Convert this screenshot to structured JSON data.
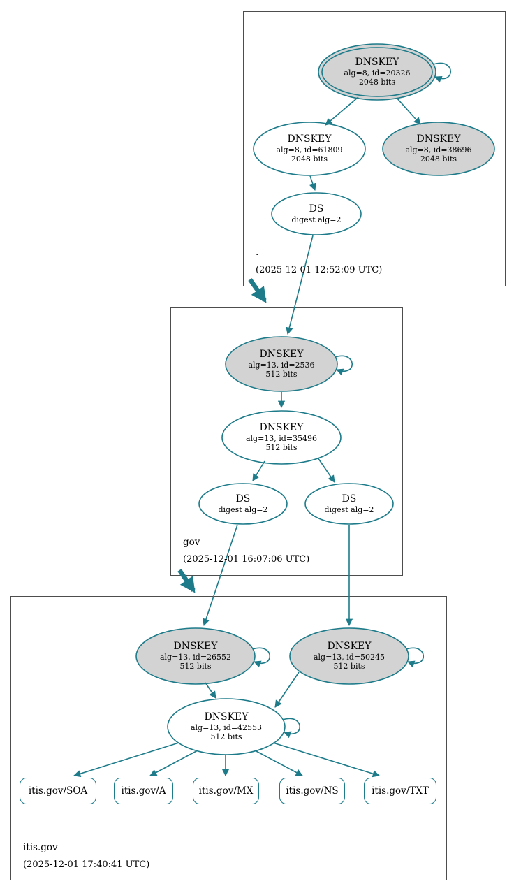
{
  "colors": {
    "secure_teal": "#1d7b8a",
    "ksk_fill": "#d3d3d3",
    "node_fill": "#ffffff"
  },
  "zones": {
    "root": {
      "name": ".",
      "timestamp": "(2025-12-01 12:52:09 UTC)",
      "nodes": {
        "ksk": {
          "title": "DNSKEY",
          "detail1": "alg=8, id=20326",
          "detail2": "2048 bits"
        },
        "zsk": {
          "title": "DNSKEY",
          "detail1": "alg=8, id=61809",
          "detail2": "2048 bits"
        },
        "standby": {
          "title": "DNSKEY",
          "detail1": "alg=8, id=38696",
          "detail2": "2048 bits"
        },
        "ds": {
          "title": "DS",
          "detail1": "digest alg=2"
        }
      }
    },
    "gov": {
      "name": "gov",
      "timestamp": "(2025-12-01 16:07:06 UTC)",
      "nodes": {
        "ksk": {
          "title": "DNSKEY",
          "detail1": "alg=13, id=2536",
          "detail2": "512 bits"
        },
        "zsk": {
          "title": "DNSKEY",
          "detail1": "alg=13, id=35496",
          "detail2": "512 bits"
        },
        "ds1": {
          "title": "DS",
          "detail1": "digest alg=2"
        },
        "ds2": {
          "title": "DS",
          "detail1": "digest alg=2"
        }
      }
    },
    "itis": {
      "name": "itis.gov",
      "timestamp": "(2025-12-01 17:40:41 UTC)",
      "nodes": {
        "ksk1": {
          "title": "DNSKEY",
          "detail1": "alg=13, id=26552",
          "detail2": "512 bits"
        },
        "ksk2": {
          "title": "DNSKEY",
          "detail1": "alg=13, id=50245",
          "detail2": "512 bits"
        },
        "zsk": {
          "title": "DNSKEY",
          "detail1": "alg=13, id=42553",
          "detail2": "512 bits"
        },
        "rrsets": {
          "soa": "itis.gov/SOA",
          "a": "itis.gov/A",
          "mx": "itis.gov/MX",
          "ns": "itis.gov/NS",
          "txt": "itis.gov/TXT"
        }
      }
    }
  }
}
